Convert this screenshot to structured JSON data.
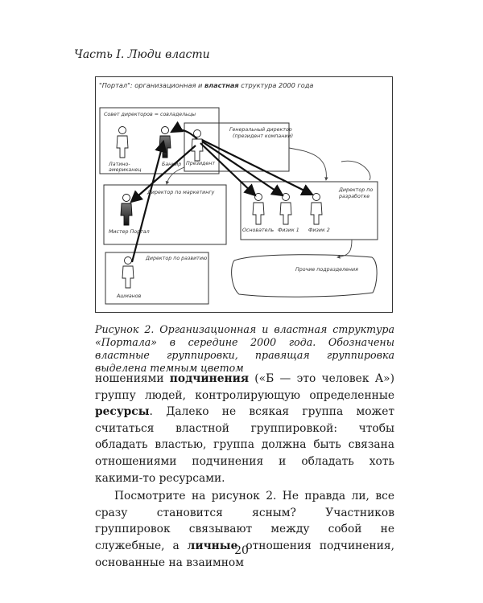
{
  "running_head": "Часть I. Люди власти",
  "figure": {
    "title_prefix": "\"Портал\": организационная и ",
    "title_bold": "властная",
    "title_suffix": " структура 2000 года",
    "boxes": {
      "board": "Совет директоров = совладельцы",
      "ceo_line1": "Генеральный директор",
      "ceo_line2": "(президент компании)",
      "marketing": "Директор по маркетингу",
      "development_line1": "Директор по",
      "development_line2": "разработке",
      "growth": "Директор по развитию",
      "other": "Прочие подразделения"
    },
    "people": {
      "latin_line1": "Латино-",
      "latin_line2": "американец",
      "banker": "Банкир",
      "president": "Президент",
      "mister_portal": "Мистер Портал",
      "founder": "Основатель",
      "physicist1": "Физик 1",
      "physicist2": "Физик 2",
      "ashmanov": "Ашманов"
    }
  },
  "caption": "Рисунок 2. Организационная и властная структура «Портала» в середине 2000 года. Обозначены властные группировки, правящая группировка выделена темным цветом",
  "body": {
    "p1_a": "ношениями ",
    "p1_b": "подчинения",
    "p1_c": " («Б — это человек А») группу людей, контролирующую определенные ",
    "p1_d": "ресурсы",
    "p1_e": ". Далеко не всякая группа может считаться властной группировкой: чтобы обладать властью, группа должна быть связана отношениями подчинения и обладать хоть какими-то ресурсами.",
    "p2_a": "Посмотрите на рисунок 2. Не правда ли, все сразу становится ясным? Участников группировок связывают между собой не служебные, а ",
    "p2_b": "личные",
    "p2_c": " отношения подчинения, основанные на взаимном"
  },
  "page_number": "20"
}
